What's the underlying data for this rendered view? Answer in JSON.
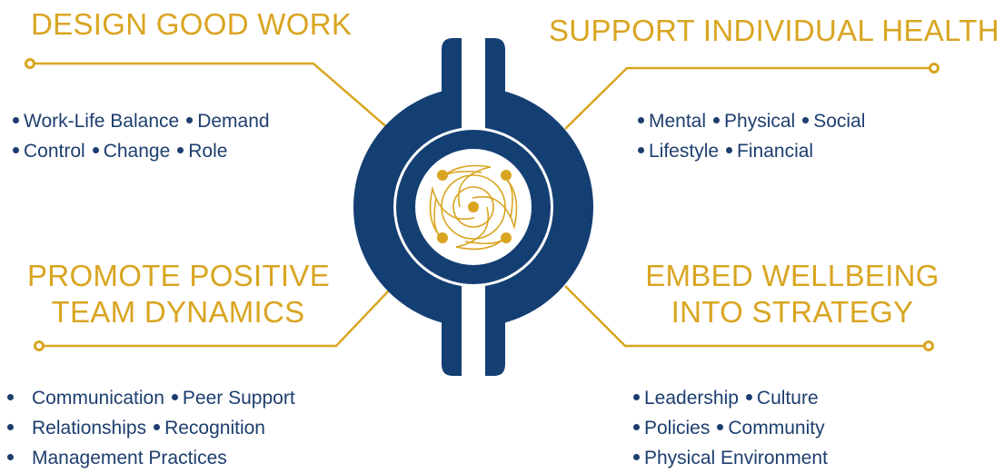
{
  "quadrants": {
    "top_left": {
      "heading": [
        "DESIGN GOOD WORK"
      ],
      "rows": [
        [
          "Work-Life Balance",
          "Demand"
        ],
        [
          "Control",
          "Change",
          "Role"
        ]
      ]
    },
    "top_right": {
      "heading": [
        "SUPPORT INDIVIDUAL HEALTH"
      ],
      "rows": [
        [
          "Mental",
          "Physical",
          "Social"
        ],
        [
          "Lifestyle",
          "Financial"
        ]
      ]
    },
    "bottom_left": {
      "heading": [
        "PROMOTE POSITIVE",
        "TEAM DYNAMICS"
      ],
      "rows": [
        [
          "Communication",
          "Peer Support"
        ],
        [
          "Relationships",
          "Recognition"
        ],
        [
          "Management Practices"
        ]
      ]
    },
    "bottom_right": {
      "heading": [
        "EMBED WELLBEING",
        "INTO STRATEGY"
      ],
      "rows": [
        [
          "Leadership",
          "Culture"
        ],
        [
          "Policies",
          "Community"
        ],
        [
          "Physical Environment"
        ]
      ]
    }
  },
  "colors": {
    "navy": "#143F73",
    "gold": "#D9A521",
    "text": "#1D3E6E"
  },
  "icons": {
    "center": "wellbeing-circle-logo-icon"
  }
}
